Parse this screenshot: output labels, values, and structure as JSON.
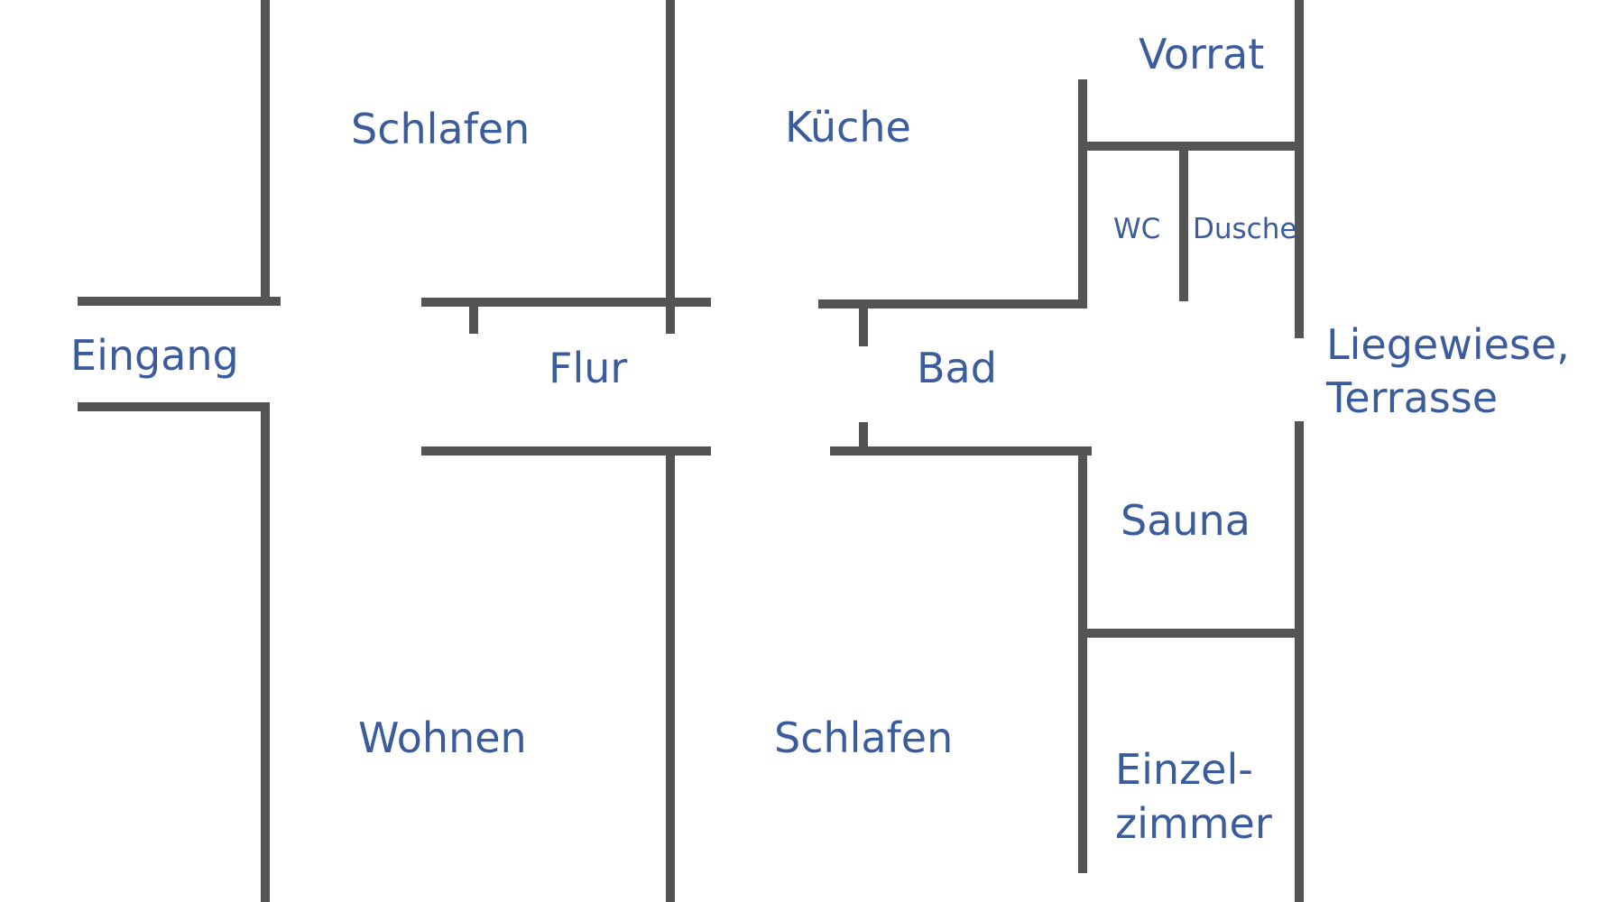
{
  "rooms": {
    "schlafen_top": "Schlafen",
    "kueche": "Küche",
    "vorrat": "Vorrat",
    "wc": "WC",
    "dusche": "Dusche",
    "eingang": "Eingang",
    "flur": "Flur",
    "bad": "Bad",
    "liegewiese_1": "Liegewiese,",
    "liegewiese_2": "Terrasse",
    "sauna": "Sauna",
    "wohnen": "Wohnen",
    "schlafen_bottom": "Schlafen",
    "einzel_1": "Einzel-",
    "einzel_2": "zimmer"
  },
  "colors": {
    "wall": "#545454",
    "label": "#3a5b9c",
    "background": "#ffffff"
  }
}
